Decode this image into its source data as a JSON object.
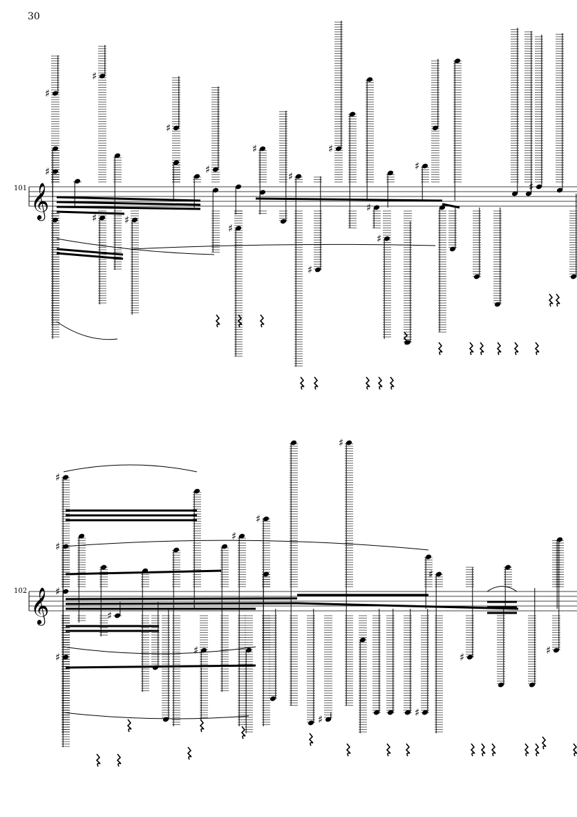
{
  "page_number": "30",
  "systems": [
    {
      "measure_number": "101",
      "clef": "treble"
    },
    {
      "measure_number": "102",
      "clef": "treble"
    }
  ]
}
